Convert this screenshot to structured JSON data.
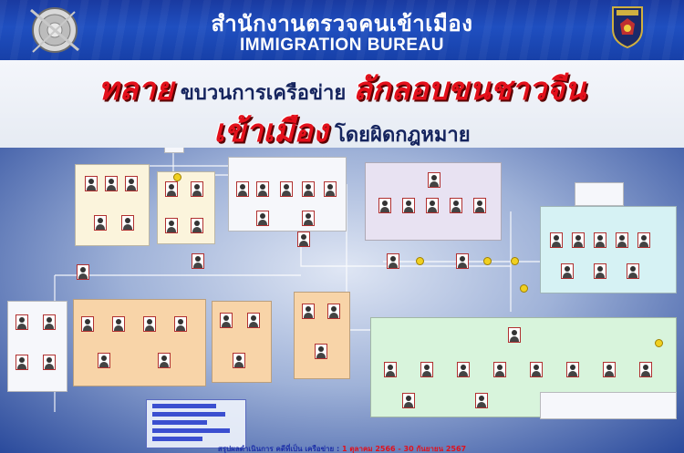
{
  "header": {
    "title_th": "สำนักงานตรวจคนเข้าเมือง",
    "title_en": "IMMIGRATION BUREAU",
    "left_emblem_icon": "police-seal-icon",
    "right_emblem_icon": "immigration-shield-icon",
    "bg_color": "#1f4fc0"
  },
  "banner": {
    "line1": [
      {
        "text": "ทลาย",
        "style": "red"
      },
      {
        "text": " ขบวนการเครือข่าย ",
        "style": "navy"
      },
      {
        "text": "ลักลอบขนชาวจีน",
        "style": "red"
      }
    ],
    "line2": [
      {
        "text": "เข้าเมือง",
        "style": "red"
      },
      {
        "text": " โดยผิดกฎหมาย",
        "style": "navy"
      }
    ],
    "red_color": "#e3101b",
    "navy_color": "#15245e"
  },
  "footer": {
    "prefix": "สรุปผลดำเนินการ คดีที่เป็น เครือข่าย : ",
    "period": "1 ตุลาคม 2566 - 30 กันยายน 2567"
  },
  "diagram": {
    "icons": [
      "person-photo-icon",
      "coin-icon",
      "vehicle-icon",
      "document-icon"
    ]
  }
}
